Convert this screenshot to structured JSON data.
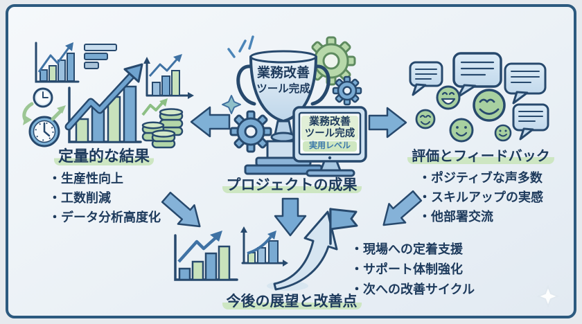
{
  "palette": {
    "frame_border": "#2c5a7f",
    "navy_outline": "#27496d",
    "text_navy": "#1d3a5c",
    "arrow_blue": "#7fb0d6",
    "bubble_blue": "#cde0f0",
    "smiley_green": "#a8d0a0",
    "highlight_green": "#cde6c2",
    "bar_blue": "#79aad2",
    "bar_green": "#c8e2bc",
    "monitor_text_blue": "#3b77ac"
  },
  "icons": {
    "trophy": "trophy-icon",
    "gears": "gear-icon",
    "monitor": "monitor-icon",
    "bar_charts": "bar-chart-icon",
    "clocks": "clock-icon",
    "coins": "coin-stack-icon",
    "speech_bubbles": "speech-bubble-icon",
    "smileys": "smiley-icon",
    "flag": "flag-icon",
    "sparkle": "sparkle-icon",
    "arrows": "arrow-icon"
  },
  "center": {
    "trophy_line1": "業務改善",
    "trophy_line2": "ツール完成",
    "monitor_line1": "業務改善",
    "monitor_line2": "ツール完成",
    "monitor_line3": "実用レベル",
    "title": "プロジェクトの成果"
  },
  "left_section": {
    "title": "定量的な結果",
    "bullets": [
      "・生産性向上",
      "・工数削減",
      "・データ分析高度化"
    ]
  },
  "right_section": {
    "title": "評価とフィードバック",
    "bullets": [
      "・ポジティブな声多数",
      "・スキルアップの実感",
      "・他部署交流"
    ]
  },
  "bottom_section": {
    "title": "今後の展望と改善点",
    "bullets": [
      "・現場への定着支援",
      "・サポート体制強化",
      "・次への改善サイクル"
    ]
  }
}
